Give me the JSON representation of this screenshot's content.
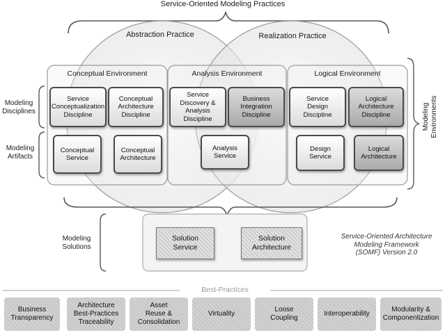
{
  "title": "Service-Oriented Modeling Practices",
  "practices": {
    "abstraction": "Abstraction Practice",
    "realization": "Realization Practice"
  },
  "environments": {
    "conceptual": "Conceptual Environment",
    "analysis": "Analysis Environment",
    "logical": "Logical Environment"
  },
  "side_labels": {
    "disciplines": "Modeling\nDisciplines",
    "artifacts": "Modeling\nArtifacts",
    "environments": "Modeling\nEnvironments",
    "solutions": "Modeling\nSolutions"
  },
  "disciplines": [
    "Service\nConceptualization\nDiscipline",
    "Conceptual\nArchitecture\nDiscipline",
    "Service\nDiscovery &\nAnalysis\nDiscipline",
    "Business\nIntegration\nDiscipline",
    "Service\nDesign\nDiscipline",
    "Logical\nArchitecture\nDiscipline"
  ],
  "artifacts": [
    "Conceptual\nService",
    "Conceptual\nArchitecture",
    "Analysis\nService",
    "Design\nService",
    "Logical\nArchitecture"
  ],
  "solutions": [
    "Solution\nService",
    "Solution\nArchitecture"
  ],
  "framework_caption": "Service-Oriented Architecture\nModeling Framework\n(SOMF) Version 2.0",
  "best_practices_title": "Best-Practices",
  "best_practices": [
    "Business\nTransparency",
    "Architecture\nBest-Practices\nTraceability",
    "Asset\nReuse &\nConsolidation",
    "Virtuality",
    "Loose\nCoupling",
    "Interoperability",
    "Modularity &\nComponentization"
  ]
}
